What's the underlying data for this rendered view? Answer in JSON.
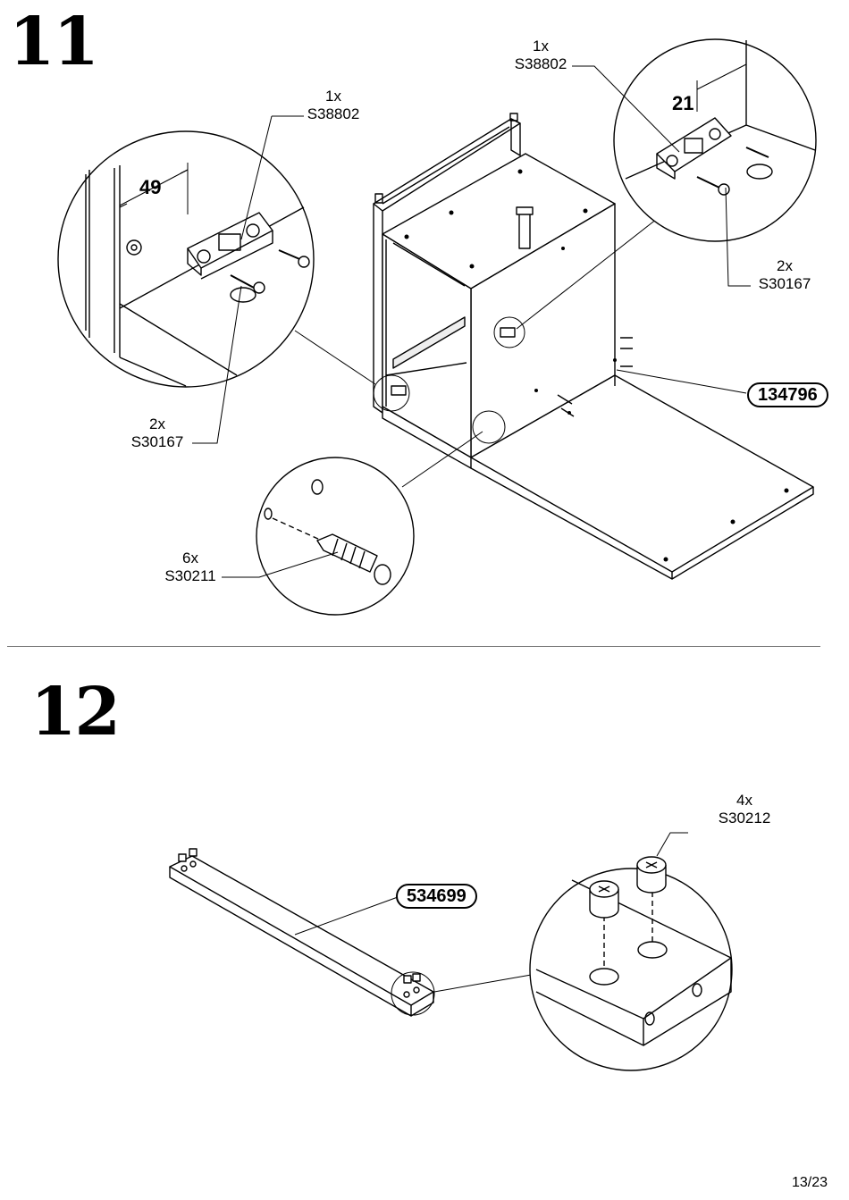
{
  "steps": [
    {
      "number": "11",
      "dimensions": {
        "left": "49",
        "right": "21"
      },
      "parts": {
        "connector_left": {
          "qty": "1x",
          "code": "S38802"
        },
        "connector_right": {
          "qty": "1x",
          "code": "S38802"
        },
        "screws_left": {
          "qty": "2x",
          "code": "S30167"
        },
        "screws_right": {
          "qty": "2x",
          "code": "S30167"
        },
        "dowels": {
          "qty": "6x",
          "code": "S30211"
        },
        "panel": {
          "code": "134796"
        }
      }
    },
    {
      "number": "12",
      "parts": {
        "cam_locks": {
          "qty": "4x",
          "code": "S30212"
        },
        "rail": {
          "code": "534699"
        }
      }
    }
  ],
  "page_number": "13/23"
}
